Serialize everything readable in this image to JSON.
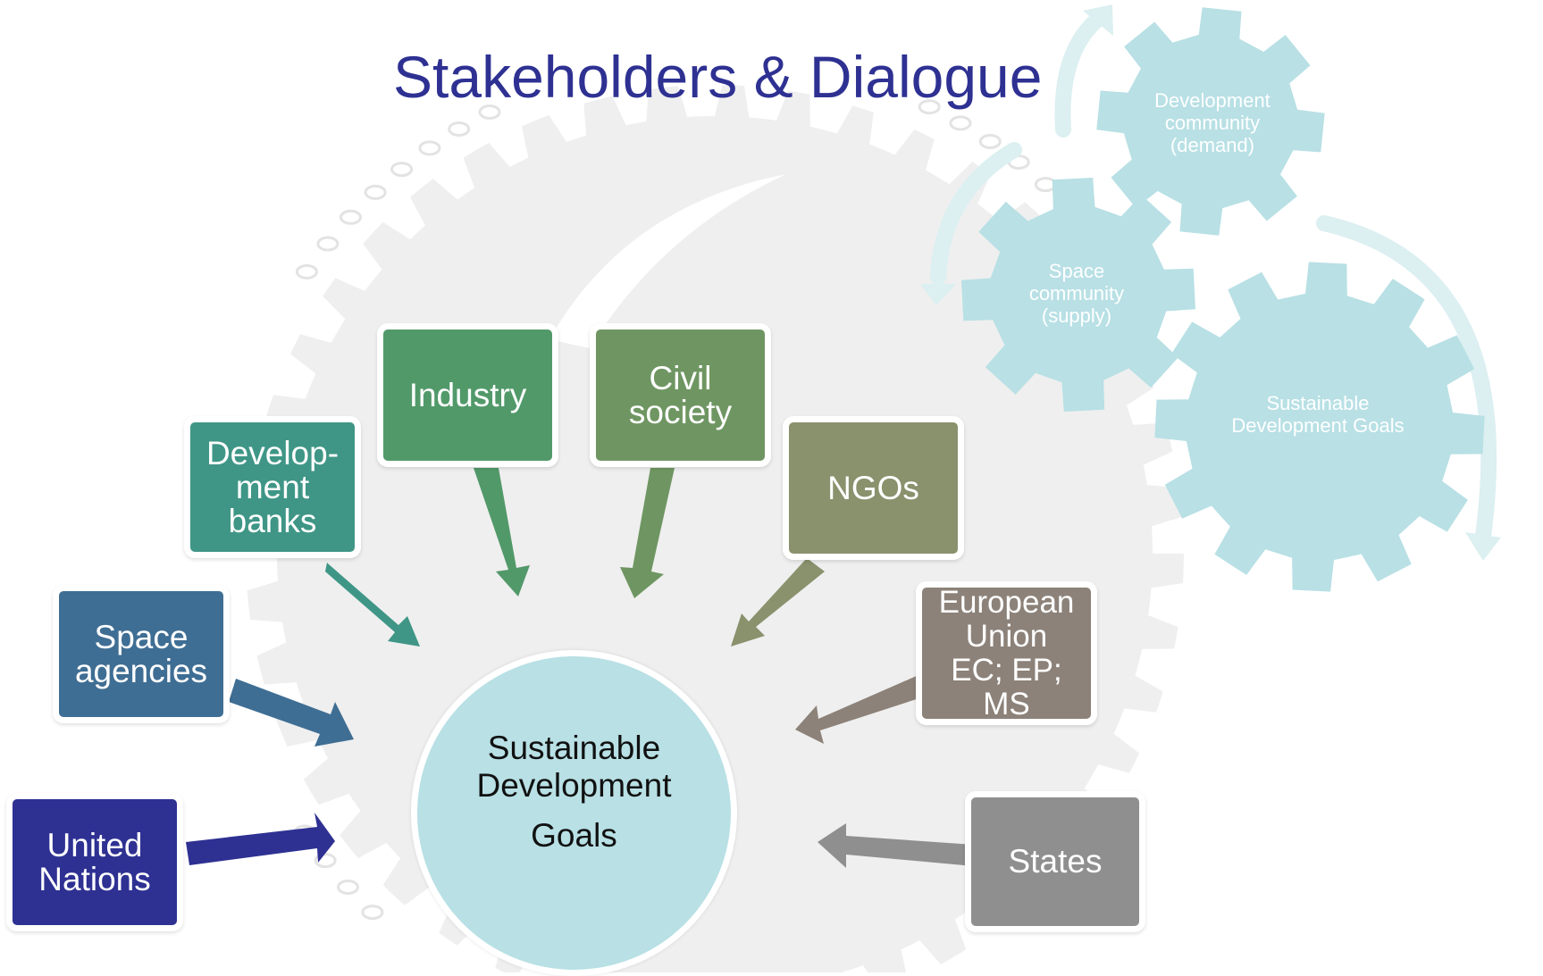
{
  "title": "Stakeholders & Dialogue",
  "center": {
    "line1": "Sustainable",
    "line2": "Development",
    "line3": "Goals"
  },
  "stakeholders": {
    "united_nations": {
      "line1": "United",
      "line2": "Nations",
      "color": "#2e3192"
    },
    "space_agencies": {
      "line1": "Space",
      "line2": "agencies",
      "color": "#3f6e94"
    },
    "development_banks": {
      "line1": "Develop-",
      "line2": "ment",
      "line3": "banks",
      "color": "#3f9686"
    },
    "industry": {
      "line1": "Industry",
      "color": "#52996a"
    },
    "civil_society": {
      "line1": "Civil",
      "line2": "society",
      "color": "#6f9662"
    },
    "ngos": {
      "line1": "NGOs",
      "color": "#8a916d"
    },
    "european_union": {
      "line1": "European",
      "line2": "Union",
      "line3": "EC; EP;",
      "line4": "MS",
      "color": "#8c8279"
    },
    "states": {
      "line1": "States",
      "color": "#8f8f8f"
    }
  },
  "gears": {
    "development_community": {
      "label": "Development\ncommunity\n(demand)"
    },
    "space_community": {
      "label": "Space\ncommunity\n(supply)"
    },
    "sdg": {
      "label": "Sustainable\nDevelopment Goals"
    }
  },
  "colors": {
    "title": "#2e3192",
    "gear_fill": "#b8e0e5",
    "cycle_arrow": "#dceff1",
    "background_gear": "#efefef"
  }
}
